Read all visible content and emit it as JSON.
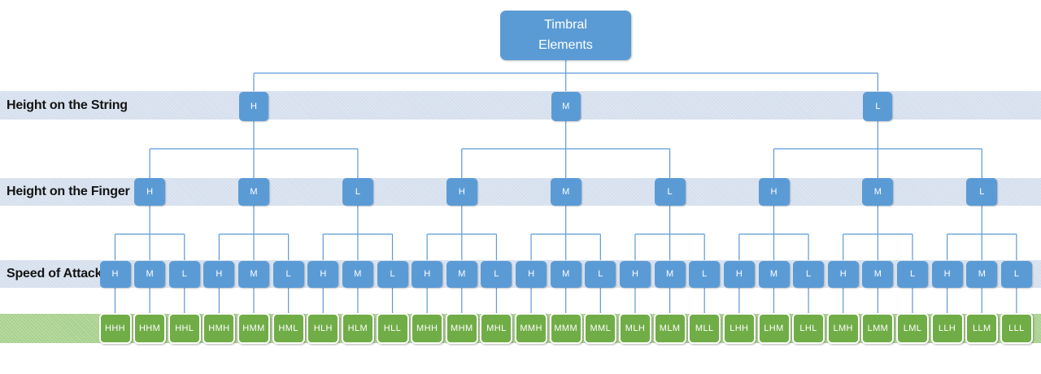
{
  "root": {
    "label": "Timbral Elements"
  },
  "levels": {
    "string": {
      "label": "Height on the String",
      "nodes": [
        "H",
        "M",
        "L"
      ]
    },
    "finger": {
      "label": "Height on the Finger",
      "nodes": [
        "H",
        "M",
        "L",
        "H",
        "M",
        "L",
        "H",
        "M",
        "L"
      ]
    },
    "attack": {
      "label": "Speed of Attack",
      "nodes": [
        "H",
        "M",
        "L",
        "H",
        "M",
        "L",
        "H",
        "M",
        "L",
        "H",
        "M",
        "L",
        "H",
        "M",
        "L",
        "H",
        "M",
        "L",
        "H",
        "M",
        "L",
        "H",
        "M",
        "L",
        "H",
        "M",
        "L"
      ]
    },
    "leaves": {
      "label": "",
      "nodes": [
        "HHH",
        "HHM",
        "HHL",
        "HMH",
        "HMM",
        "HML",
        "HLH",
        "HLM",
        "HLL",
        "MHH",
        "MHM",
        "MHL",
        "MMH",
        "MMM",
        "MML",
        "MLH",
        "MLM",
        "MLL",
        "LHH",
        "LHM",
        "LHL",
        "LMH",
        "LMM",
        "LML",
        "LLH",
        "LLM",
        "LLL"
      ]
    }
  },
  "colors": {
    "node_blue": "#5b9bd5",
    "band_blue": "#d5dfed",
    "leaf_green": "#70ad47",
    "band_green": "#a9d18e",
    "connector": "#5b9bd5",
    "label_text": "#141414"
  }
}
